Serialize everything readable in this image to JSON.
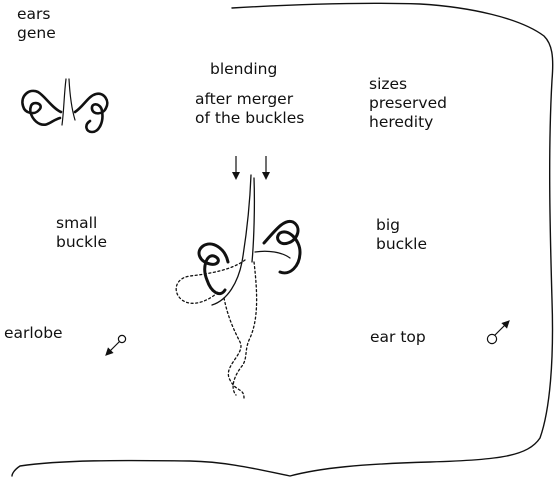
{
  "labels": {
    "ears_gene": "ears\ngene",
    "blending": "blending",
    "after_merger": "after merger\nof the buckles",
    "sizes_preserved": "sizes\npreserved\nheredity",
    "small_buckle": "small\nbuckle",
    "big_buckle": "big\nbuckle",
    "earlobe": "earlobe",
    "ear_top": "ear top"
  },
  "icons": {
    "female_symbol": "female-symbol",
    "male_symbol": "male-symbol"
  },
  "colors": {
    "ink": "#111111",
    "page": "#ffffff"
  }
}
